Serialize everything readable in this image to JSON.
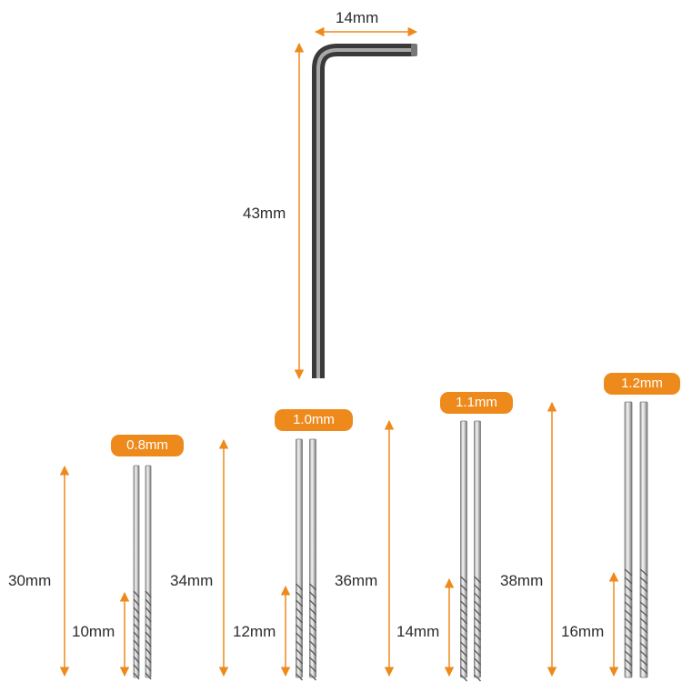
{
  "colors": {
    "accent": "#ee8a1c",
    "metal_dark": "#3a3a3a",
    "text": "#2b2b2b"
  },
  "hex_key": {
    "width_label": "14mm",
    "length_label": "43mm"
  },
  "drill_bits": [
    {
      "size": "0.8mm",
      "length": "30mm",
      "flute_length": "10mm"
    },
    {
      "size": "1.0mm",
      "length": "34mm",
      "flute_length": "12mm"
    },
    {
      "size": "1.1mm",
      "length": "36mm",
      "flute_length": "14mm"
    },
    {
      "size": "1.2mm",
      "length": "38mm",
      "flute_length": "16mm"
    }
  ]
}
